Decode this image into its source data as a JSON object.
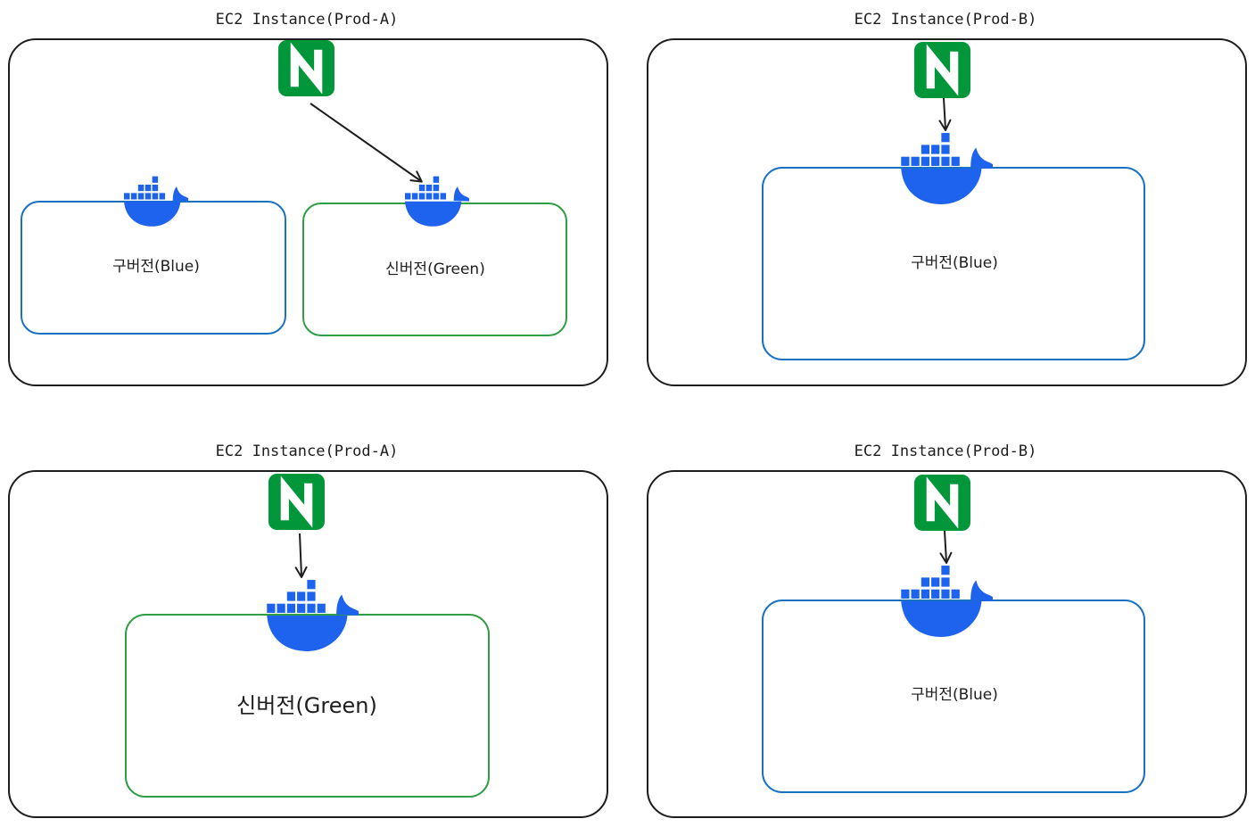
{
  "colors": {
    "stroke": "#1e1e1e",
    "blue": "#1971c2",
    "green": "#2f9e44",
    "nginx": "#009639",
    "docker": "#1d63ed"
  },
  "icons": {
    "nginx": "nginx-logo-icon",
    "docker": "docker-whale-icon"
  },
  "panels": [
    {
      "title": "EC2 Instance(Prod-A)",
      "containers": [
        {
          "label": "구버전(Blue)",
          "color": "blue"
        },
        {
          "label": "신버전(Green)",
          "color": "green"
        }
      ]
    },
    {
      "title": "EC2 Instance(Prod-B)",
      "containers": [
        {
          "label": "구버전(Blue)",
          "color": "blue"
        }
      ]
    },
    {
      "title": "EC2 Instance(Prod-A)",
      "containers": [
        {
          "label": "신버전(Green)",
          "color": "green"
        }
      ]
    },
    {
      "title": "EC2 Instance(Prod-B)",
      "containers": [
        {
          "label": "구버전(Blue)",
          "color": "blue"
        }
      ]
    }
  ]
}
